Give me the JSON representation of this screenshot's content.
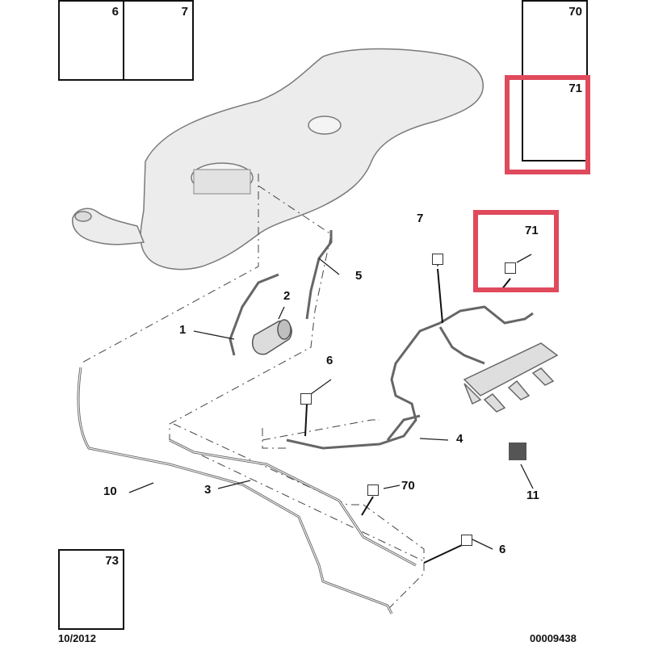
{
  "thumbnails": {
    "t6": "6",
    "t7": "7",
    "t70": "70",
    "t71": "71",
    "t73": "73"
  },
  "refs": {
    "r1": "1",
    "r2": "2",
    "r3": "3",
    "r4": "4",
    "r5": "5",
    "r6a": "6",
    "r6b": "6",
    "r7": "7",
    "r10": "10",
    "r11": "11",
    "r70": "70",
    "r71": "71"
  },
  "footer": {
    "date": "10/2012",
    "doc_id": "00009438"
  },
  "colors": {
    "highlight": "#e04a5c",
    "line": "#333333",
    "part_fill": "#e8e8e8"
  }
}
